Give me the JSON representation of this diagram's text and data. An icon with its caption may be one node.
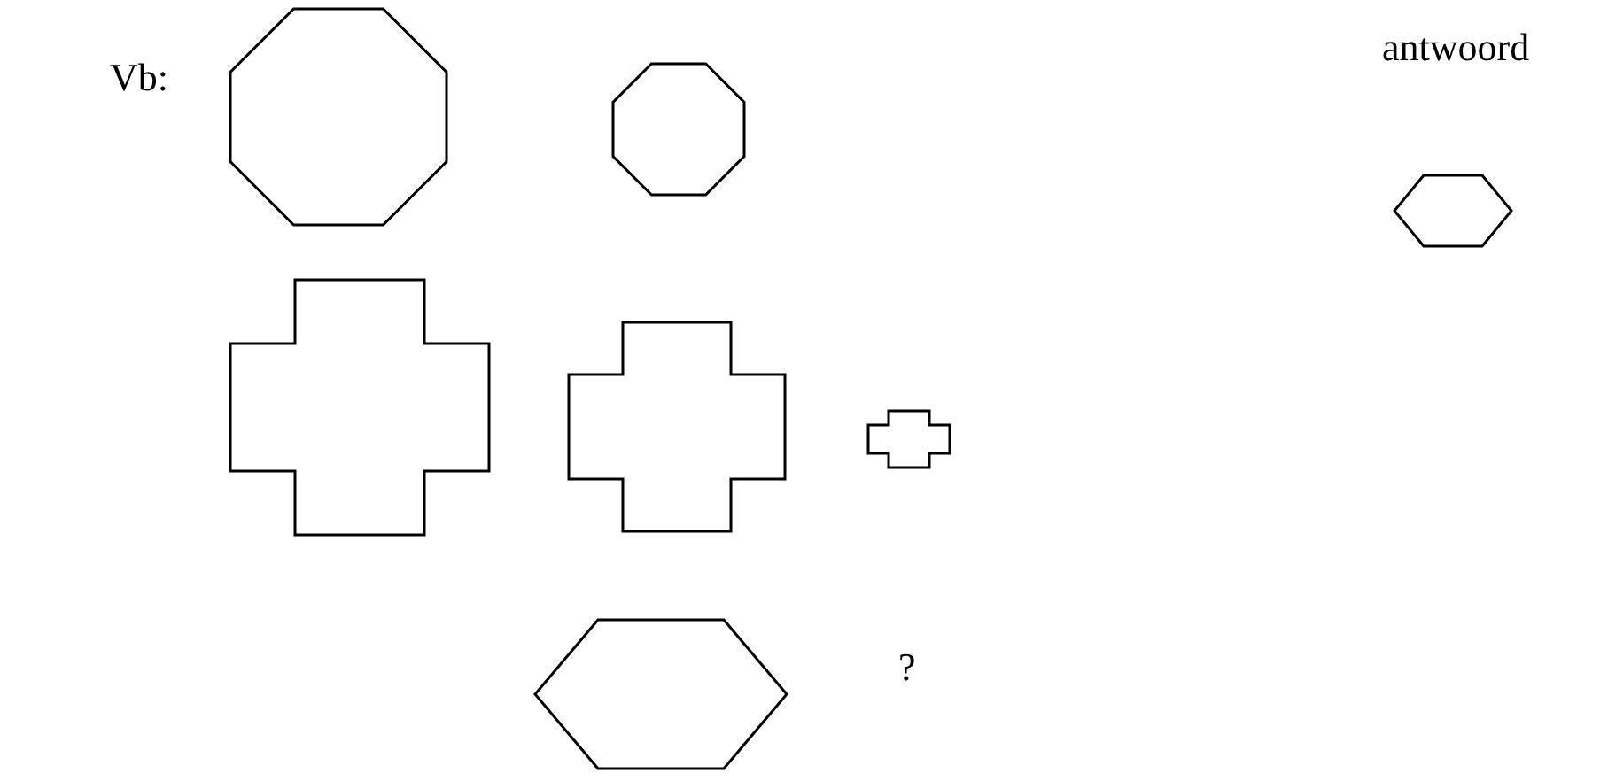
{
  "diagram": {
    "nodes": [
      {
        "text": [],
        "shape": "octagon"
      },
      {
        "text": [],
        "shape": "octagon"
      },
      {
        "text": [],
        "shape": "hexagon"
      },
      {
        "text": [],
        "shape": "cross"
      },
      {
        "text": [],
        "shape": "cross"
      },
      {
        "text": [],
        "shape": "cross"
      },
      {
        "text": [],
        "shape": "hexagon"
      }
    ],
    "labels": [
      "Vb:",
      "antwoord",
      "?"
    ]
  }
}
